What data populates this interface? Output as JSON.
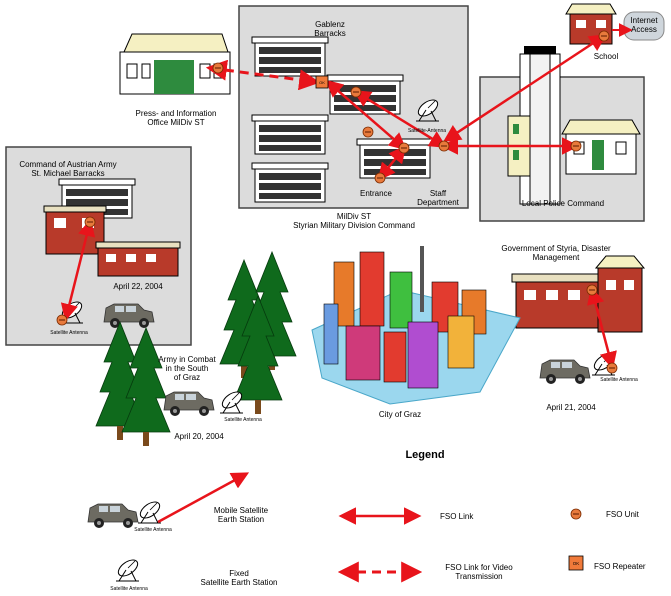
{
  "colors": {
    "link": "#e8141b",
    "fso_unit_fill": "#e87a3c",
    "fso_repeater_fill": "#f07a3a",
    "tree": "#0f6a1c",
    "trunk": "#7a4a1c",
    "area_fill": "#dcdcdc",
    "area_border": "#444444"
  },
  "sites": {
    "press": "Press- and Information\nOffice MilDiv ST",
    "gablenz": "Gablenz\nBarracks",
    "satellite_antenna_main": "Satellite-Antenna",
    "entrance": "Entrance",
    "staff_department": "Staff Department",
    "mildiv": "MilDiv ST\nStyrian Military Division Command",
    "school": "School",
    "internet_access": "Internet\nAccess",
    "local_police": "Local Police Command",
    "command_army": "Command of Austrian Army\nSt. Michael Barracks",
    "date_command": "April 22, 2004",
    "sat_antenna_command": "Satellite Antenna",
    "government": "Government of Styria, Disaster\nManagement",
    "date_government": "April 21, 2004",
    "sat_antenna_government": "Satellite Antenna",
    "army_combat": "Army in Combat\nin the South\nof Graz",
    "date_combat": "April 20, 2004",
    "sat_antenna_combat": "Satellite Antenna",
    "city": "City of Graz"
  },
  "legend": {
    "title": "Legend",
    "mobile_station": "Mobile Satellite\nEarth Station",
    "fixed_station": "Fixed\nSatellite Earth Station",
    "fso_link": "FSO Link",
    "fso_link_video": "FSO Link for Video\nTransmission",
    "fso_unit": "FSO Unit",
    "fso_repeater": "FSO Repeater",
    "sat_antenna_mobile": "Satellite Antenna",
    "sat_antenna_fixed": "Satellite Antenna",
    "repeater_badge": "OK"
  }
}
